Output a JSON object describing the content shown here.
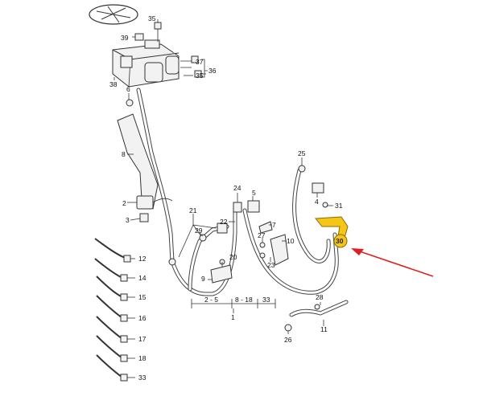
{
  "diagram": {
    "labels": {
      "l35a": "35",
      "l39": "39",
      "l37": "37",
      "l38": "38",
      "l36": "36",
      "l35b": "35",
      "l6": "6",
      "l8": "8",
      "l2": "2",
      "l3": "3",
      "l21": "21",
      "l29": "29",
      "l22": "22",
      "l24": "24",
      "l5": "5",
      "l7": "7",
      "l27": "27",
      "l20": "20",
      "l23": "23",
      "l10": "10",
      "l9": "9",
      "l25": "25",
      "l4": "4",
      "l31": "31",
      "l30": "30",
      "l28": "28",
      "l11": "11",
      "l26": "26",
      "l12": "12",
      "l14": "14",
      "l15": "15",
      "l16": "16",
      "l17": "17",
      "l18": "18",
      "l33": "33",
      "range_2_5": "2 - 5",
      "range_8_18": "8 - 18",
      "range_33": "33",
      "l1": "1"
    },
    "highlight": {
      "label": "30",
      "color": "#f5c518",
      "arrow_color": "#e02020"
    }
  }
}
